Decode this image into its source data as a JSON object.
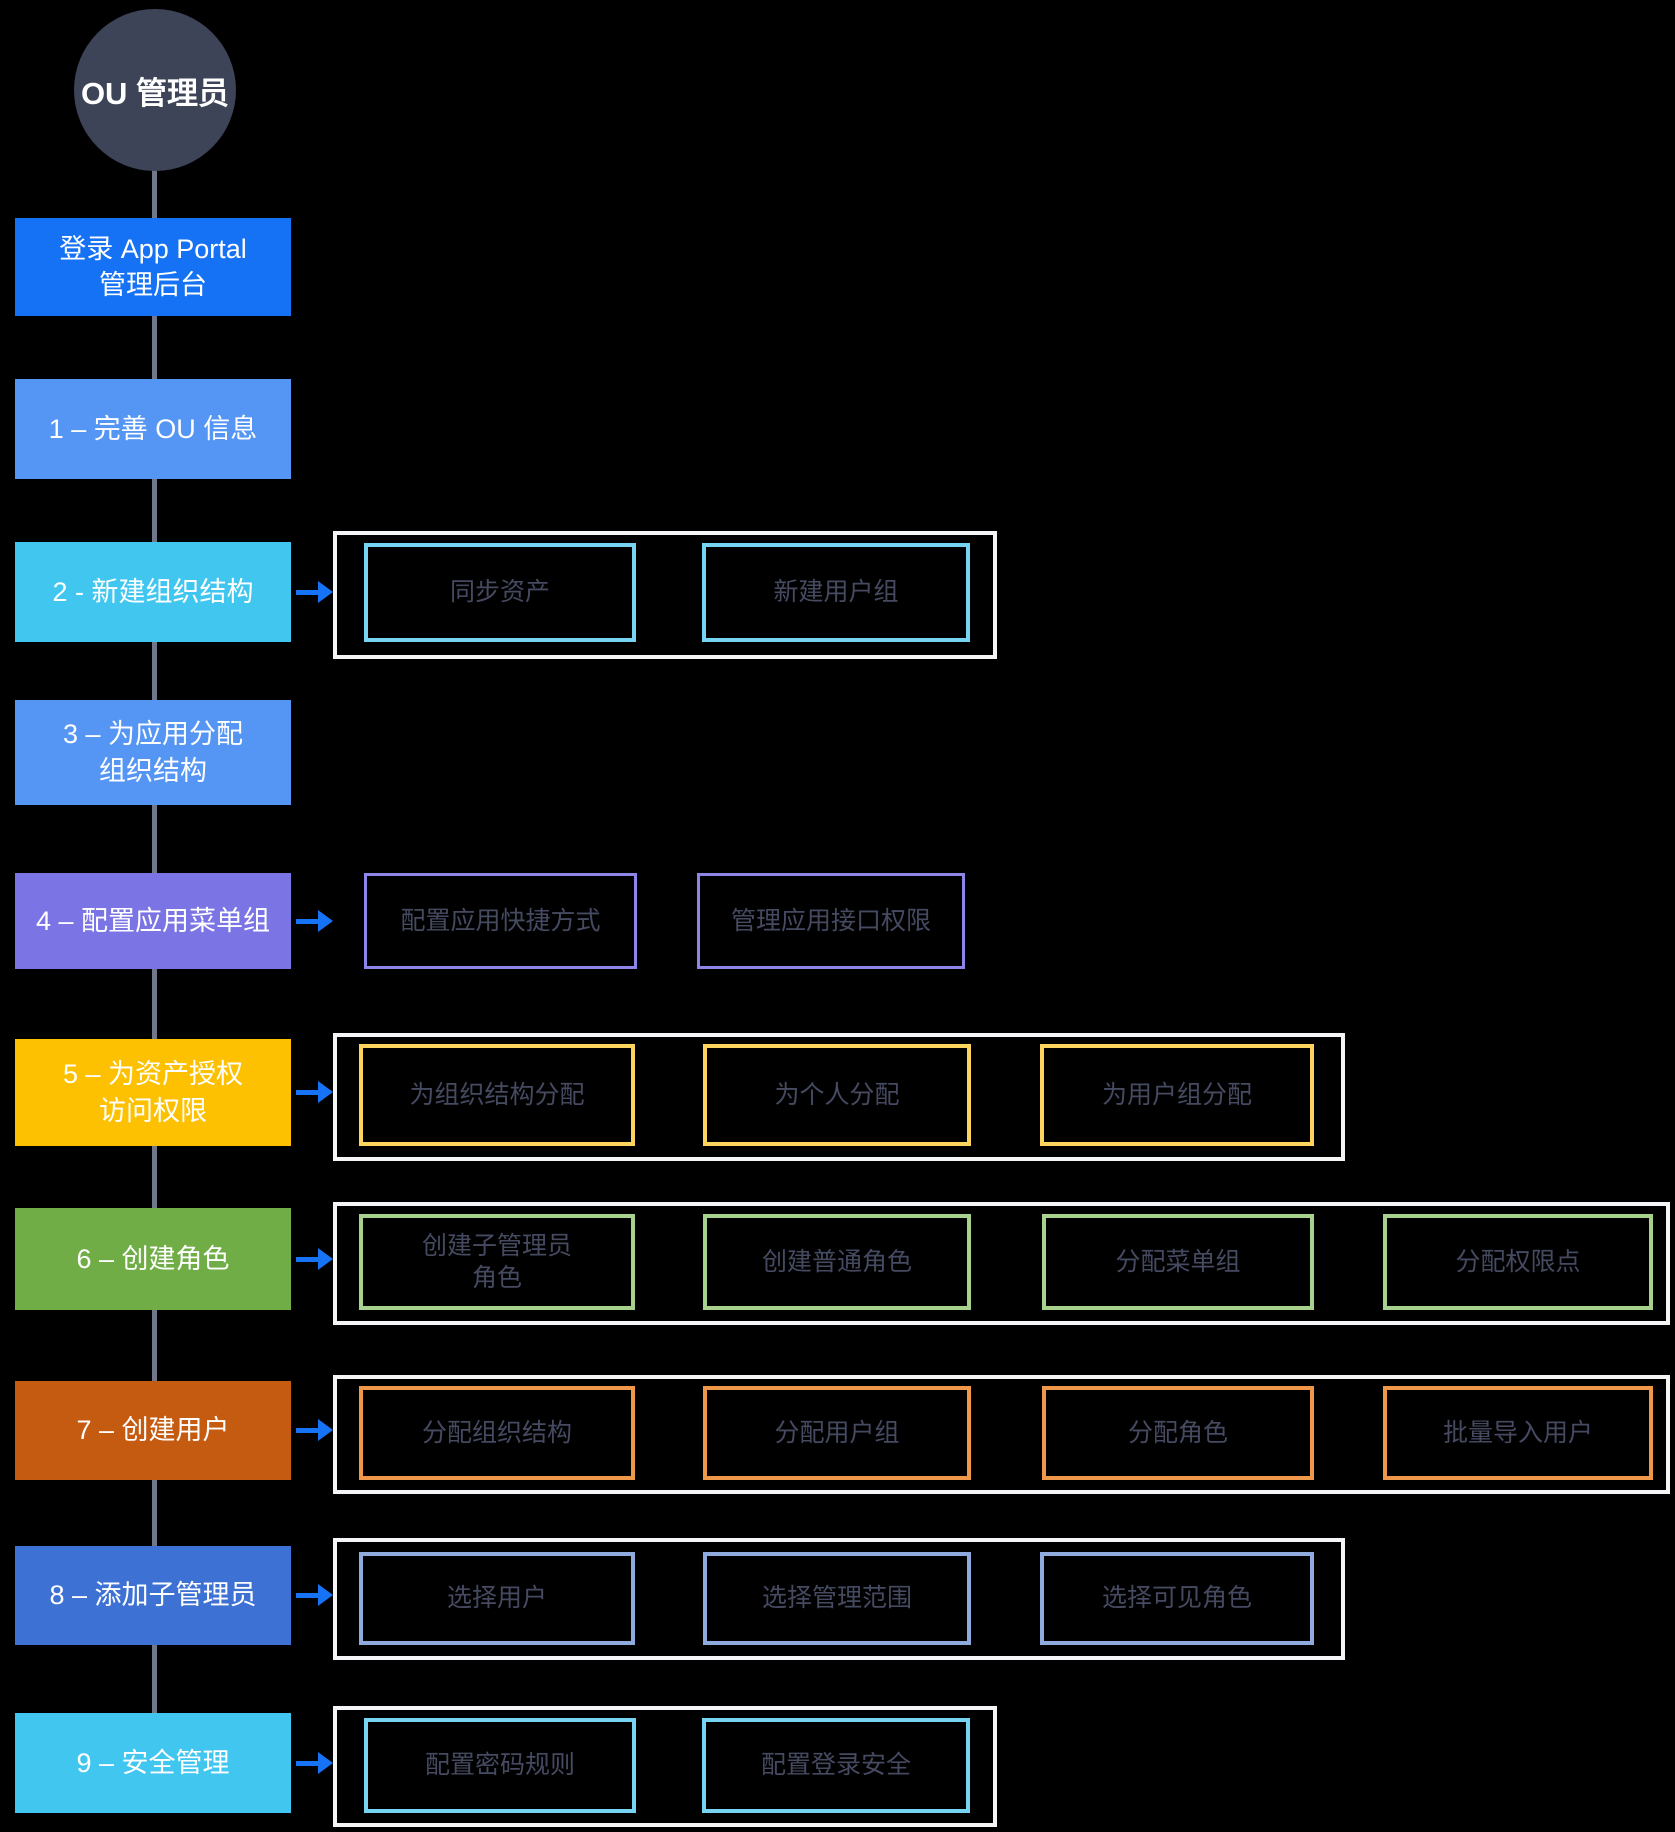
{
  "title": "OU 管理员 App Portal 配置流程图",
  "colors": {
    "background": "#000000",
    "actor_fill": "#3d4458",
    "connector_gray": "#70778b",
    "container_border": "#f5f5f7",
    "sub_text": "#454a61",
    "arrow_blue": "#1673f5",
    "login_blue": "#1672f5",
    "step_light_blue": "#5596f5",
    "step_cyan": "#41c6ef",
    "step_purple": "#7b74e4",
    "step_yellow": "#fdc101",
    "step_green": "#70ad47",
    "step_orange": "#c55a11",
    "step_blue": "#3e71d4",
    "border_cyan": "#76d3f2",
    "border_purple": "#8d86e8",
    "border_yellow": "#fdd55e",
    "border_green": "#a9d18e",
    "border_orange": "#f0984a",
    "border_blue": "#8faadc"
  },
  "actor": {
    "label": "OU 管理员"
  },
  "login": {
    "label": "登录 App Portal\n管理后台"
  },
  "steps": [
    {
      "label": "1 – 完善 OU 信息",
      "substeps": []
    },
    {
      "label": "2 - 新建组织结构",
      "substeps": [
        "同步资产",
        "新建用户组"
      ]
    },
    {
      "label": "3 – 为应用分配\n组织结构",
      "substeps": []
    },
    {
      "label": "4 – 配置应用菜单组",
      "substeps": [
        "配置应用快捷方式",
        "管理应用接口权限"
      ]
    },
    {
      "label": "5 – 为资产授权\n访问权限",
      "substeps": [
        "为组织结构分配",
        "为个人分配",
        "为用户组分配"
      ]
    },
    {
      "label": "6 – 创建角色",
      "substeps": [
        "创建子管理员\n角色",
        "创建普通角色",
        "分配菜单组",
        "分配权限点"
      ]
    },
    {
      "label": "7 – 创建用户",
      "substeps": [
        "分配组织结构",
        "分配用户组",
        "分配角色",
        "批量导入用户"
      ]
    },
    {
      "label": "8 – 添加子管理员",
      "substeps": [
        "选择用户",
        "选择管理范围",
        "选择可见角色"
      ]
    },
    {
      "label": "9 – 安全管理",
      "substeps": [
        "配置密码规则",
        "配置登录安全"
      ]
    }
  ]
}
